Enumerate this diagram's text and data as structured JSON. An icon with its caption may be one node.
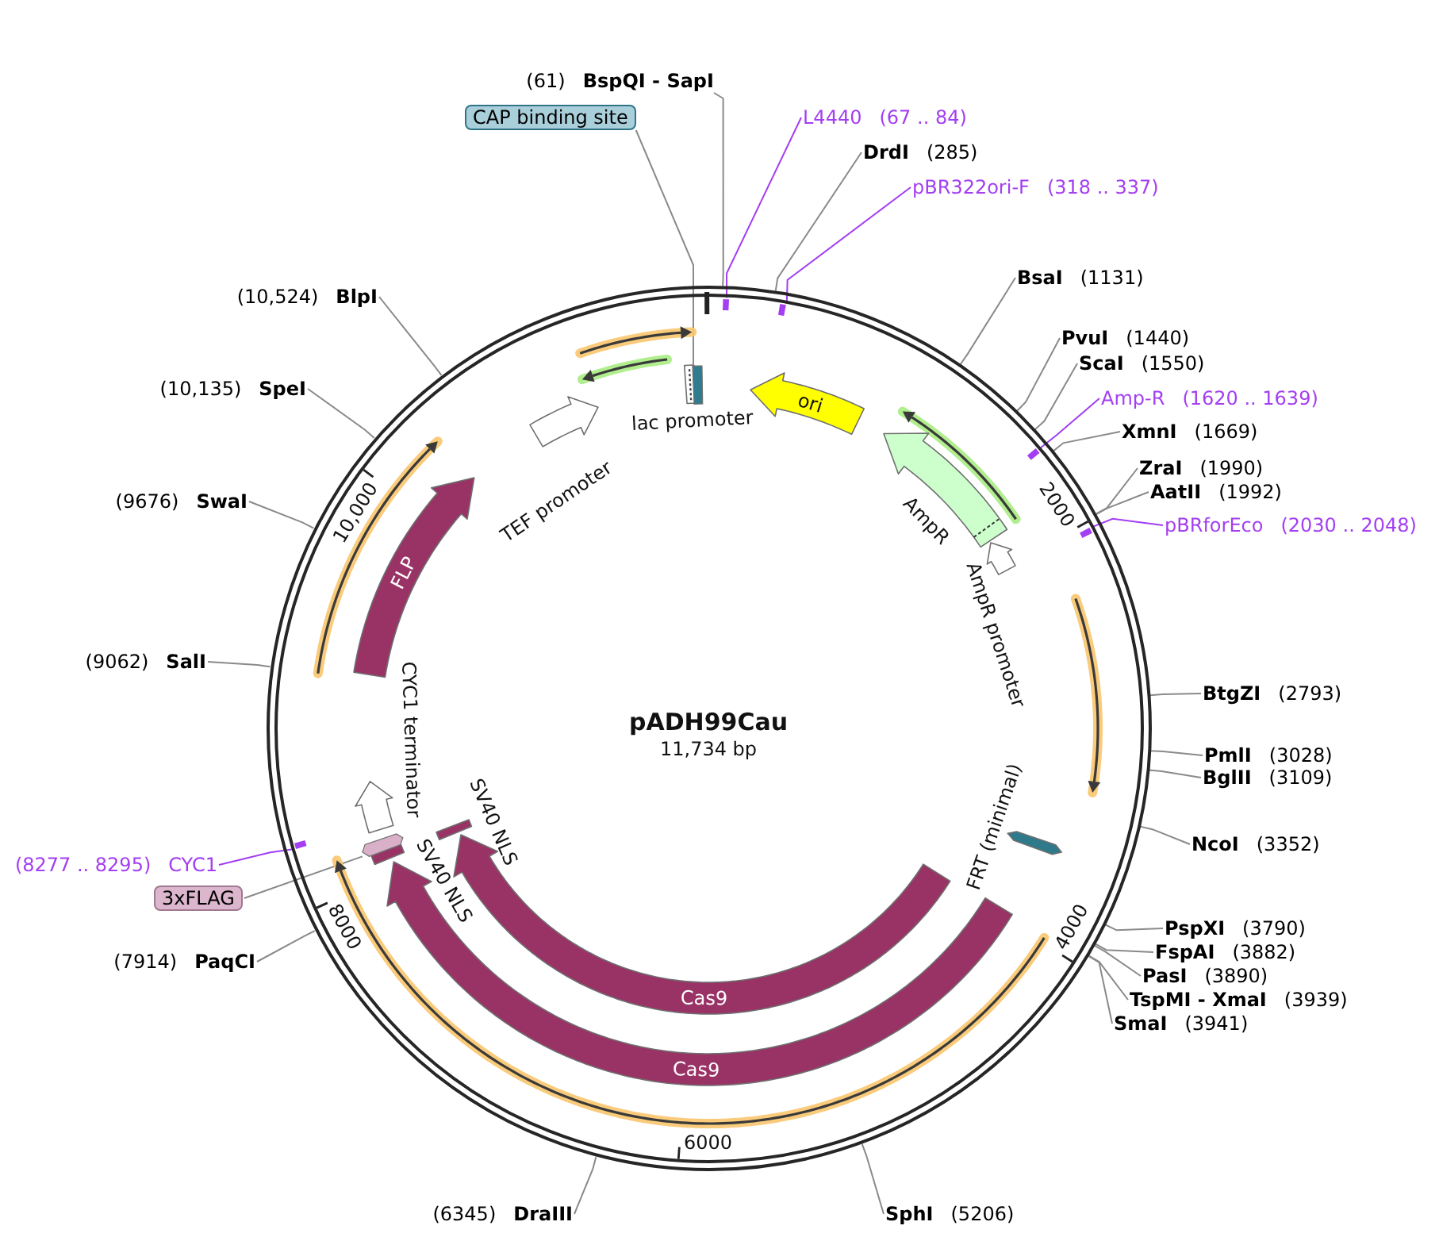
{
  "diagram": {
    "nodes": [
      {
        "text": [
          "pADH99Cau",
          "11,734 bp"
        ]
      },
      {
        "text": [
          "CAP binding site"
        ]
      },
      {
        "text": [
          "(61)",
          "BspQI - SapI"
        ]
      },
      {
        "text": [
          "L4440",
          "(67 .. 84)"
        ]
      },
      {
        "text": [
          "DrdI",
          "(285)"
        ]
      },
      {
        "text": [
          "pBR322ori-F",
          "(318 .. 337)"
        ]
      },
      {
        "text": [
          "BsaI",
          "(1131)"
        ]
      },
      {
        "text": [
          "PvuI",
          "(1440)"
        ]
      },
      {
        "text": [
          "ScaI",
          "(1550)"
        ]
      },
      {
        "text": [
          "Amp-R",
          "(1620 .. 1639)"
        ]
      },
      {
        "text": [
          "XmnI",
          "(1669)"
        ]
      },
      {
        "text": [
          "ZraI",
          "(1990)"
        ]
      },
      {
        "text": [
          "AatII",
          "(1992)"
        ]
      },
      {
        "text": [
          "pBRforEco",
          "(2030 .. 2048)"
        ]
      },
      {
        "text": [
          "BtgZI",
          "(2793)"
        ]
      },
      {
        "text": [
          "PmlI",
          "(3028)"
        ]
      },
      {
        "text": [
          "BglII",
          "(3109)"
        ]
      },
      {
        "text": [
          "NcoI",
          "(3352)"
        ]
      },
      {
        "text": [
          "PspXI",
          "(3790)"
        ]
      },
      {
        "text": [
          "FspAI",
          "(3882)"
        ]
      },
      {
        "text": [
          "PasI",
          "(3890)"
        ]
      },
      {
        "text": [
          "TspMI - XmaI",
          "(3939)"
        ]
      },
      {
        "text": [
          "SmaI",
          "(3941)"
        ]
      },
      {
        "text": [
          "SphI",
          "(5206)"
        ]
      },
      {
        "text": [
          "(6345)",
          "DraIII"
        ]
      },
      {
        "text": [
          "(7914)",
          "PaqCI"
        ]
      },
      {
        "text": [
          "3xFLAG"
        ]
      },
      {
        "text": [
          "(8277 .. 8295)",
          "CYC1"
        ]
      },
      {
        "text": [
          "(9062)",
          "SalI"
        ]
      },
      {
        "text": [
          "(9676)",
          "SwaI"
        ]
      },
      {
        "text": [
          "(10,135)",
          "SpeI"
        ]
      },
      {
        "text": [
          "(10,524)",
          "BlpI"
        ]
      },
      {
        "text": [
          "ori"
        ],
        "in": 0
      },
      {
        "text": [
          "AmpR"
        ],
        "in": 0
      },
      {
        "text": [
          "AmpR promoter"
        ],
        "in": 0
      },
      {
        "text": [
          "FRT (minimal)"
        ],
        "in": 0
      },
      {
        "text": [
          "Cas9"
        ],
        "in": 0
      },
      {
        "text": [
          "Cas9"
        ],
        "in": 0
      },
      {
        "text": [
          "SV40 NLS"
        ],
        "in": 0
      },
      {
        "text": [
          "SV40 NLS"
        ],
        "in": 0
      },
      {
        "text": [
          "CYC1 terminator"
        ],
        "in": 0
      },
      {
        "text": [
          "FLP"
        ],
        "in": 0
      },
      {
        "text": [
          "TEF promoter"
        ],
        "in": 0
      },
      {
        "text": [
          "lac promoter"
        ],
        "in": 0
      },
      {
        "text": [],
        "shape": "box",
        "in": 0
      },
      {
        "text": [],
        "shape": "bar",
        "in": 0
      },
      {
        "text": [],
        "shape": "bar",
        "in": 0
      },
      {
        "text": [],
        "shape": "bar",
        "in": 0
      },
      {
        "text": [],
        "shape": "bar",
        "in": 0
      },
      {
        "text": [],
        "shape": "box",
        "in": 0
      },
      {
        "text": [],
        "shape": "bar",
        "in": 0
      }
    ],
    "edges": [
      {
        "from": 1,
        "to": 44,
        "arrow": "none"
      },
      {
        "from": 2,
        "to": 0,
        "arrow": "none"
      },
      {
        "from": 3,
        "to": 45,
        "arrow": "none",
        "color": "#a33ef2"
      },
      {
        "from": 4,
        "to": 0,
        "arrow": "none"
      },
      {
        "from": 5,
        "to": 46,
        "arrow": "none",
        "color": "#a33ef2"
      },
      {
        "from": 6,
        "to": 0,
        "arrow": "none"
      },
      {
        "from": 7,
        "to": 0,
        "arrow": "none"
      },
      {
        "from": 8,
        "to": 0,
        "arrow": "none"
      },
      {
        "from": 9,
        "to": 47,
        "arrow": "none",
        "color": "#a33ef2"
      },
      {
        "from": 10,
        "to": 0,
        "arrow": "none"
      },
      {
        "from": 11,
        "to": 0,
        "arrow": "none"
      },
      {
        "from": 12,
        "to": 0,
        "arrow": "none"
      },
      {
        "from": 13,
        "to": 48,
        "arrow": "none",
        "color": "#a33ef2"
      },
      {
        "from": 14,
        "to": 0,
        "arrow": "none"
      },
      {
        "from": 15,
        "to": 0,
        "arrow": "none"
      },
      {
        "from": 16,
        "to": 0,
        "arrow": "none"
      },
      {
        "from": 17,
        "to": 0,
        "arrow": "none"
      },
      {
        "from": 18,
        "to": 0,
        "arrow": "none"
      },
      {
        "from": 19,
        "to": 0,
        "arrow": "none"
      },
      {
        "from": 20,
        "to": 0,
        "arrow": "none"
      },
      {
        "from": 21,
        "to": 0,
        "arrow": "none"
      },
      {
        "from": 22,
        "to": 0,
        "arrow": "none"
      },
      {
        "from": 23,
        "to": 0,
        "arrow": "none"
      },
      {
        "from": 24,
        "to": 0,
        "arrow": "none"
      },
      {
        "from": 25,
        "to": 0,
        "arrow": "none"
      },
      {
        "from": 26,
        "to": 49,
        "arrow": "none"
      },
      {
        "from": 27,
        "to": 50,
        "arrow": "none",
        "color": "#a33ef2"
      },
      {
        "from": 28,
        "to": 0,
        "arrow": "none"
      },
      {
        "from": 29,
        "to": 0,
        "arrow": "none"
      },
      {
        "from": 30,
        "to": 0,
        "arrow": "none"
      },
      {
        "from": 31,
        "to": 0,
        "arrow": "none"
      }
    ],
    "labels": [
      "2000",
      "4000",
      "6000",
      "8000",
      "10,000"
    ]
  }
}
